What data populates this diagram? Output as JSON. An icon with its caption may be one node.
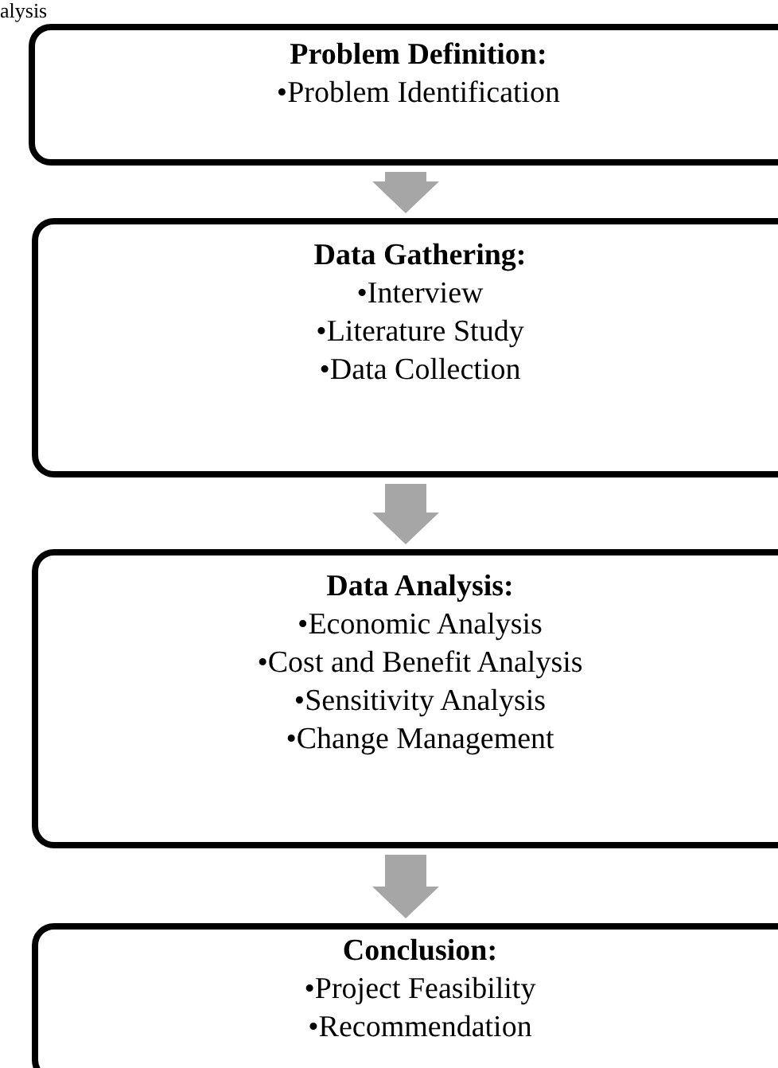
{
  "diagram": {
    "nodes": [
      {
        "text": [
          "Problem Definition:",
          "•Problem Identification"
        ]
      },
      {
        "text": [
          "Data Gathering:",
          "•Interview",
          "•Literature Study",
          "•Data Collection"
        ]
      },
      {
        "text": [
          "Data Analysis:",
          "•Economic Analysis",
          "•Cost and Benefit Analysis",
          "•Sensitivity Analysis",
          "•Change Management"
        ]
      },
      {
        "text": [
          "Conclusion:",
          "•Project Feasibility",
          "•Recommendation"
        ]
      }
    ],
    "edges": [
      {
        "from": 0,
        "to": 1,
        "arrow": "to"
      },
      {
        "from": 1,
        "to": 2,
        "arrow": "to"
      },
      {
        "from": 2,
        "to": 3,
        "arrow": "to"
      }
    ],
    "labels": [
      "alysis"
    ]
  }
}
